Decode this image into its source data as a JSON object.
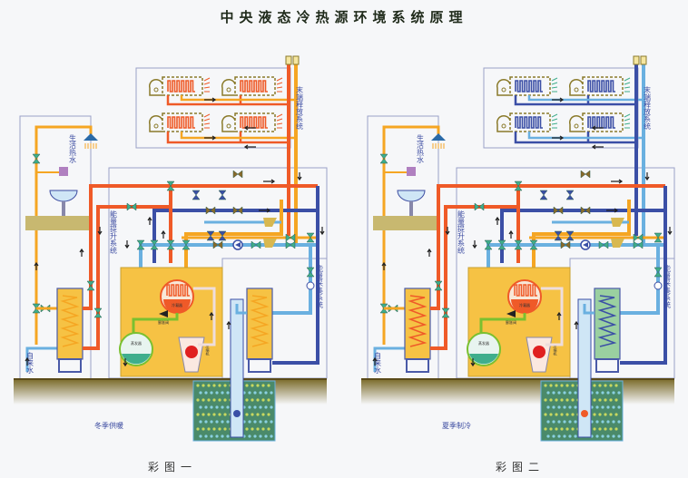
{
  "title": "中央液态冷热源环境系统原理",
  "colors": {
    "hot": "#ef5a28",
    "warm": "#f5a623",
    "cold": "#3b4fa6",
    "cool": "#6ab0e0",
    "valve": "#3fae8c",
    "machine": "#f6c244",
    "ground": "#8a7a3a",
    "frame": "#9aa0c8"
  },
  "figures": [
    {
      "season": "冬季供暖",
      "caption": "彩图一",
      "mode": "heating",
      "labels": {
        "terminal": "末端释放系统",
        "lift": "能量提升系统",
        "collect": "能量采集系统",
        "hot_water": "生活热水",
        "tap_water": "自来水",
        "condenser": "冷凝器",
        "expansion_valve": "膨胀阀",
        "evaporator": "蒸发器",
        "compressor": "压缩机"
      }
    },
    {
      "season": "夏季制冷",
      "caption": "彩图二",
      "mode": "cooling",
      "labels": {
        "terminal": "末端释放系统",
        "lift": "能量提升系统",
        "collect": "能量采集系统",
        "hot_water": "生活热水",
        "tap_water": "自来水",
        "condenser": "冷凝器",
        "expansion_valve": "膨胀阀",
        "evaporator": "蒸发器",
        "compressor": "压缩机"
      }
    }
  ]
}
